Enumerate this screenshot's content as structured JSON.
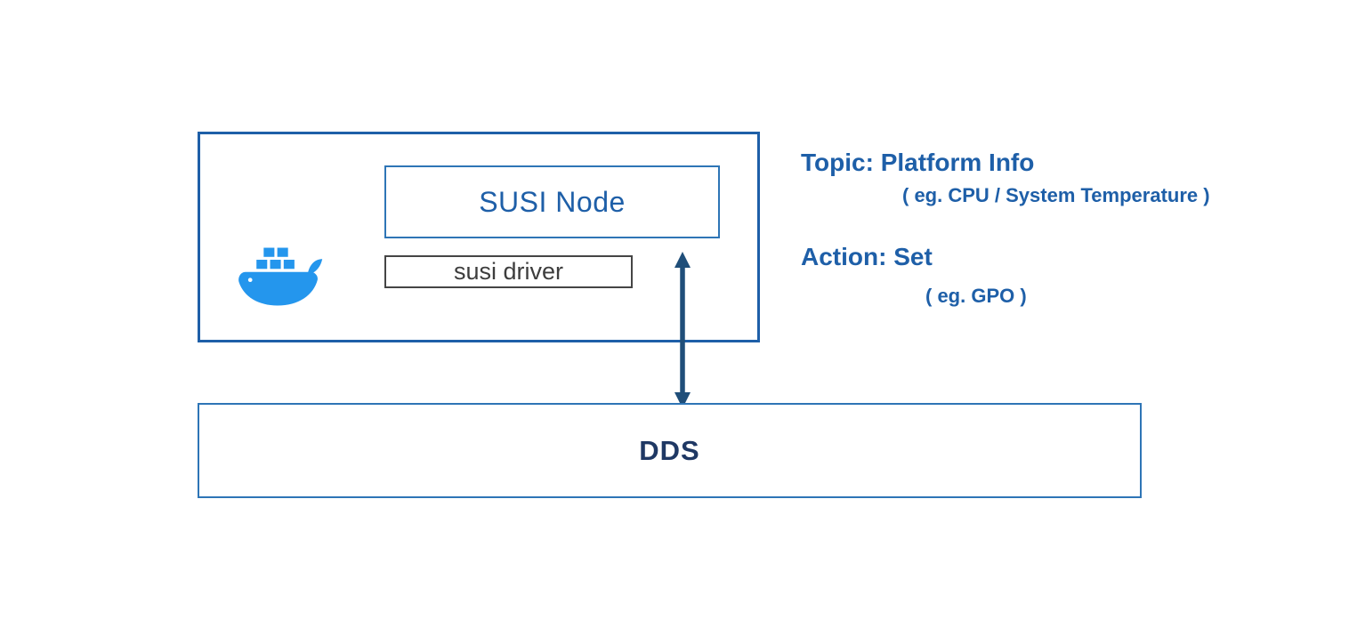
{
  "colors": {
    "primary_blue": "#1E5FA8",
    "inner_border_blue": "#2E75B6",
    "docker_blue": "#2496ED",
    "dds_text_navy": "#1F3864",
    "driver_gray": "#3D3D3D",
    "arrow_navy": "#1F4E79"
  },
  "diagram": {
    "container": {
      "susi_node_label": "SUSI Node",
      "susi_driver_label": "susi driver",
      "docker_icon": "docker-whale-icon"
    },
    "dds_label": "DDS",
    "annotations": {
      "topic_title": "Topic: Platform Info",
      "topic_example": "( eg. CPU / System Temperature )",
      "action_title": "Action: Set",
      "action_example": "( eg. GPO )"
    }
  }
}
